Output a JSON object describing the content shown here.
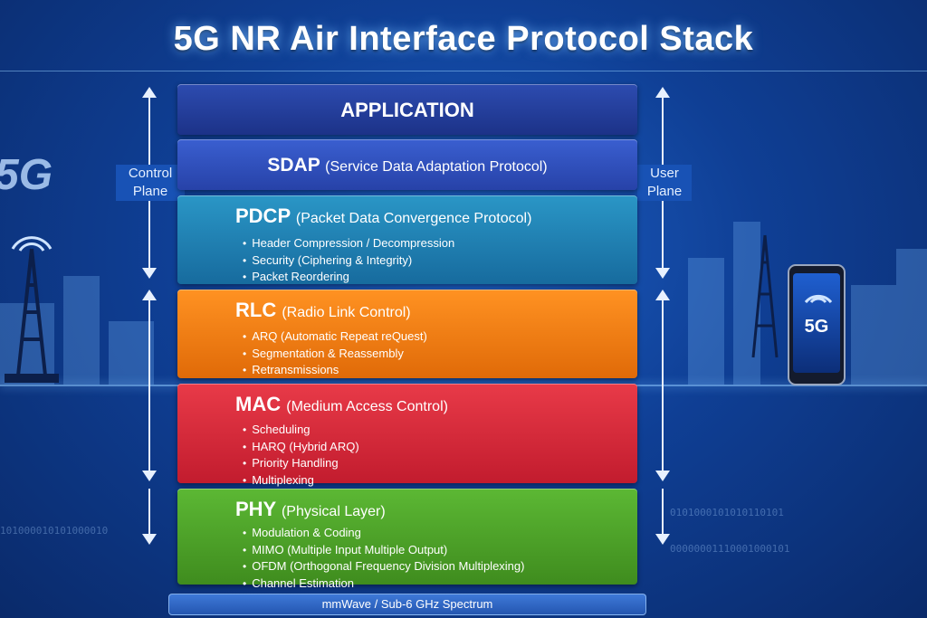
{
  "title": "5G NR Air Interface Protocol Stack",
  "layers": {
    "application": {
      "name": "APPLICATION"
    },
    "sdap": {
      "name": "SDAP",
      "full": "(Service Data Adaptation Protocol)"
    },
    "pdcp": {
      "name": "PDCP",
      "full": "(Packet Data Convergence Protocol)",
      "bullets": [
        "Header Compression / Decompression",
        "Security (Ciphering & Integrity)",
        "Packet Reordering"
      ]
    },
    "rlc": {
      "name": "RLC",
      "full": "(Radio Link Control)",
      "bullets": [
        "ARQ (Automatic Repeat reQuest)",
        "Segmentation & Reassembly",
        "Retransmissions"
      ]
    },
    "mac": {
      "name": "MAC",
      "full": "(Medium Access Control)",
      "bullets": [
        "Scheduling",
        "HARQ (Hybrid ARQ)",
        "Priority Handling",
        "Multiplexing"
      ]
    },
    "phy": {
      "name": "PHY",
      "full": "(Physical Layer)",
      "bullets": [
        "Modulation & Coding",
        "MIMO (Multiple Input Multiple Output)",
        "OFDM (Orthogonal Frequency Division Multiplexing)",
        "Channel Estimation"
      ]
    }
  },
  "planes": {
    "control": {
      "line1": "Control",
      "line2": "Plane"
    },
    "user": {
      "line1": "User",
      "line2": "Plane"
    }
  },
  "spectrum": "mmWave / Sub-6 GHz Spectrum",
  "phone_logo": "5G",
  "bg_logo": "5G",
  "colors": {
    "application": "#233e9c",
    "sdap": "#2e4fb8",
    "pdcp": "#1f82b0",
    "rlc": "#f07a12",
    "mac": "#d8283a",
    "phy": "#4d9f28"
  }
}
